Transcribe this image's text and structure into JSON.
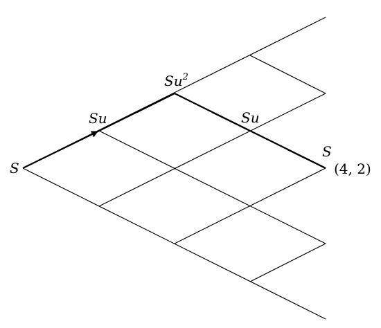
{
  "diagram": {
    "labels": {
      "root": "S",
      "up1": "Su",
      "up2_base": "Su",
      "up2_exp": "2",
      "down_after_up2": "Su",
      "end": "S",
      "end_coord": "(4, 2)"
    }
  }
}
